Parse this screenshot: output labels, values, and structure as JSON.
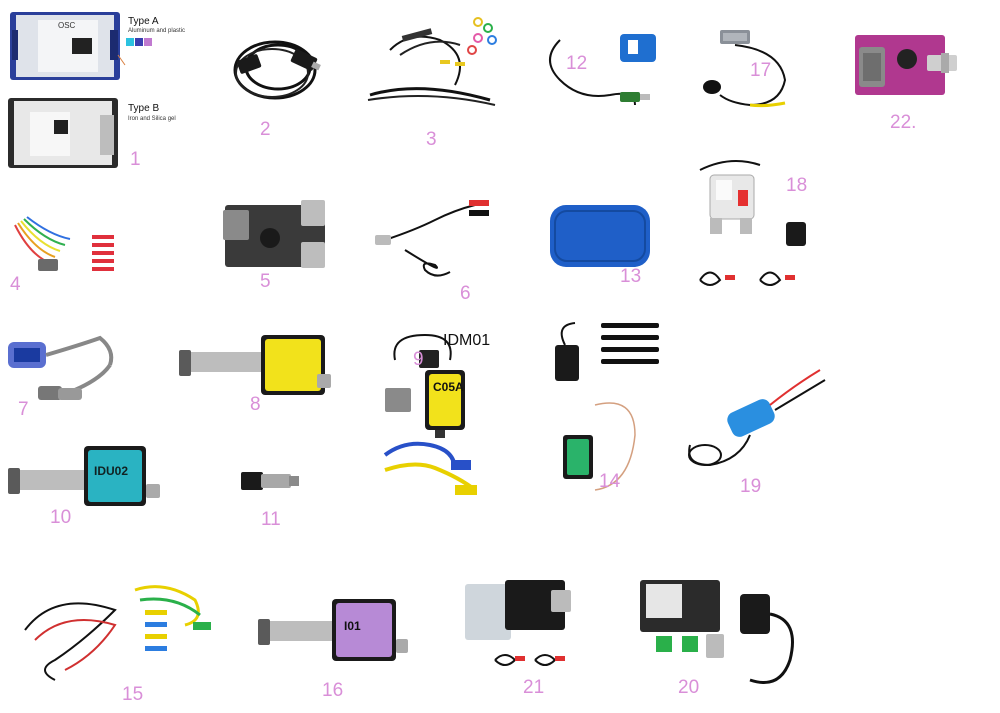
{
  "items": [
    {
      "num": "1"
    },
    {
      "num": "2"
    },
    {
      "num": "3"
    },
    {
      "num": "4"
    },
    {
      "num": "5"
    },
    {
      "num": "6"
    },
    {
      "num": "7"
    },
    {
      "num": "8"
    },
    {
      "num": "9"
    },
    {
      "num": "10"
    },
    {
      "num": "11"
    },
    {
      "num": "12"
    },
    {
      "num": "13"
    },
    {
      "num": "14"
    },
    {
      "num": "15"
    },
    {
      "num": "16"
    },
    {
      "num": "17"
    },
    {
      "num": "18"
    },
    {
      "num": "19"
    },
    {
      "num": "20"
    },
    {
      "num": "21"
    },
    {
      "num": "22."
    }
  ],
  "type_a": {
    "title": "Type A",
    "sub": "Aluminum and plastic"
  },
  "type_b": {
    "title": "Type B",
    "sub": "Iron and Silica gel"
  },
  "device_labels": {
    "osc": "OSC",
    "idm01": "IDM01",
    "idu02": "IDU02",
    "i01": "I01",
    "c05a": "C05A"
  },
  "colors": {
    "number": "#d98fd8",
    "blue_case": "#2a3f9a",
    "clamp_blue": "#1f6fd0",
    "module_yellow": "#f2e21b",
    "module_teal": "#2ab3c2",
    "module_purple": "#b78ad6",
    "board_magenta": "#b0388f"
  }
}
